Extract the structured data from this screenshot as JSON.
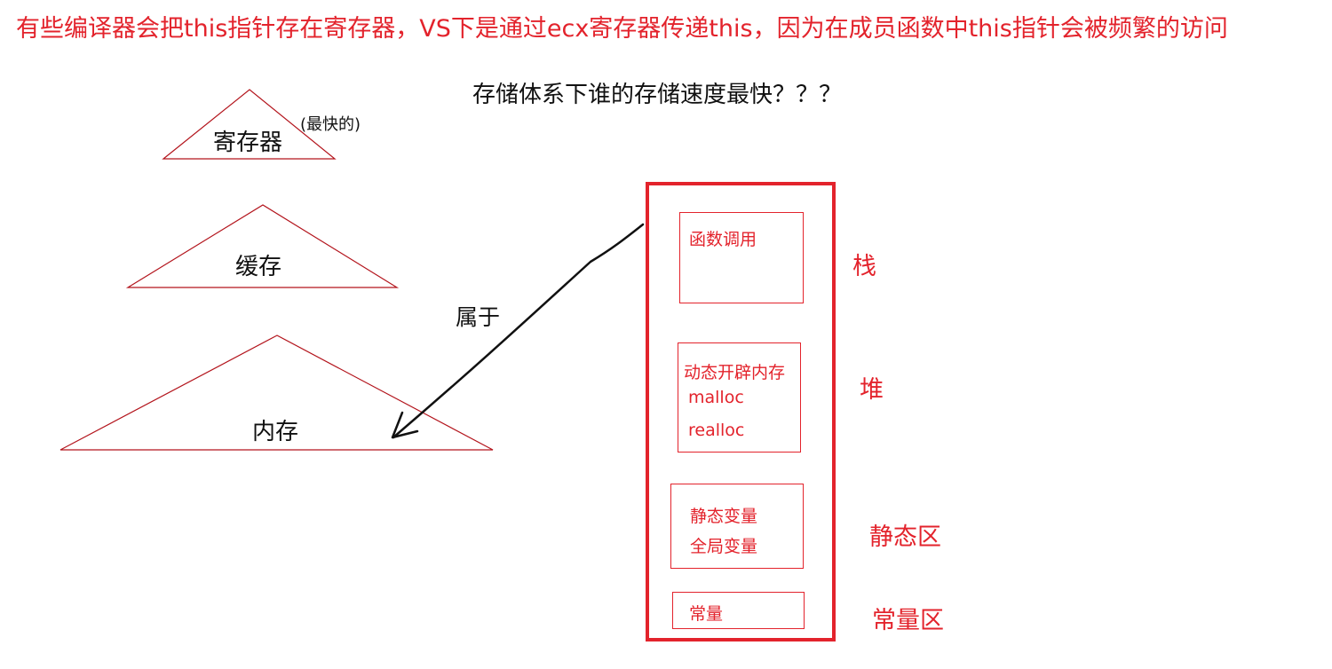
{
  "colors": {
    "accent_red": "#e3232c",
    "triangle_stroke": "#b3141c",
    "text_dark": "#111111",
    "arrow": "#111111"
  },
  "top_note": "有些编译器会把this指针存在寄存器，VS下是通过ecx寄存器传递this，因为在成员函数中this指针会被频繁的访问",
  "question": "存储体系下谁的存储速度最快？？？",
  "hierarchy": {
    "register": "寄存器",
    "register_note": "(最快的)",
    "cache": "缓存",
    "memory": "内存"
  },
  "arrow_label": "属于",
  "memory_layout": {
    "stack": {
      "content": [
        "函数调用"
      ],
      "label": "栈"
    },
    "heap": {
      "content": [
        "动态开辟内存",
        "malloc",
        "realloc"
      ],
      "label": "堆"
    },
    "static": {
      "content": [
        "静态变量",
        "全局变量"
      ],
      "label": "静态区"
    },
    "constant": {
      "content": [
        "常量"
      ],
      "label": "常量区"
    }
  }
}
